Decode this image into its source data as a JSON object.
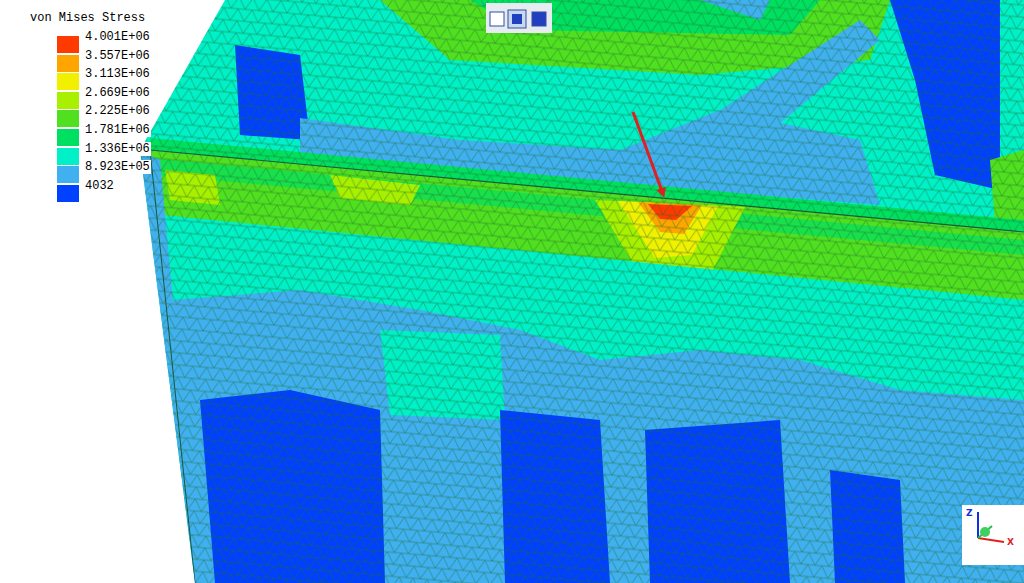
{
  "diagram": {
    "title": "von Mises Stress",
    "labels": [
      "Z",
      "X"
    ],
    "legend": [
      {
        "text": "4.001E+06",
        "color": "#ff3a00"
      },
      {
        "text": "3.557E+06",
        "color": "#ffa500"
      },
      {
        "text": "3.113E+06",
        "color": "#f0f000"
      },
      {
        "text": "2.669E+06",
        "color": "#a8f000"
      },
      {
        "text": "2.225E+06",
        "color": "#50e020"
      },
      {
        "text": "1.781E+06",
        "color": "#00e060"
      },
      {
        "text": "1.336E+06",
        "color": "#00f0c8"
      },
      {
        "text": "8.923E+05",
        "color": "#40b0f0"
      },
      {
        "text": "4032",
        "color": "#0040ff"
      }
    ]
  }
}
